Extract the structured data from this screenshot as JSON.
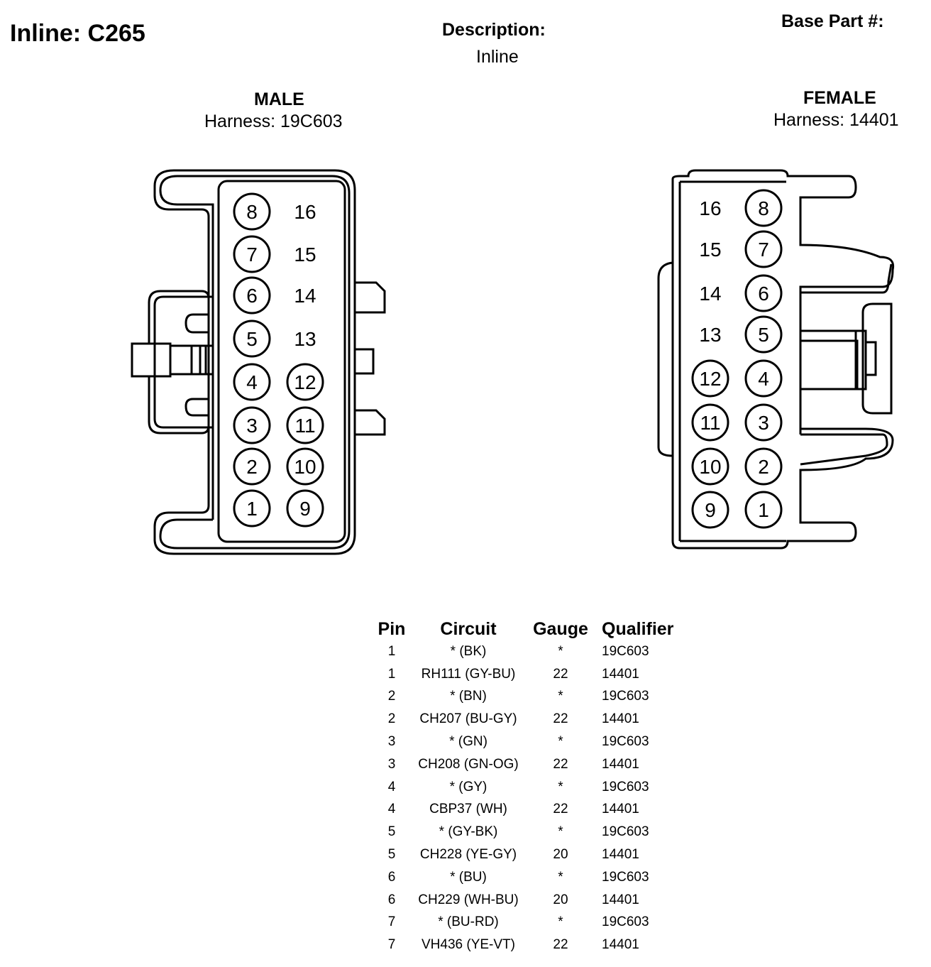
{
  "header": {
    "title": "Inline: C265",
    "description_label": "Description:",
    "description_value": "Inline",
    "base_part_label": "Base Part #:"
  },
  "male": {
    "label": "MALE",
    "harness": "Harness: 19C603",
    "left_column": [
      "8",
      "7",
      "6",
      "5",
      "4",
      "3",
      "2",
      "1"
    ],
    "right_column": [
      "16",
      "15",
      "14",
      "13",
      "12",
      "11",
      "10",
      "9"
    ]
  },
  "female": {
    "label": "FEMALE",
    "harness": "Harness: 14401",
    "left_column": [
      "16",
      "15",
      "14",
      "13",
      "12",
      "11",
      "10",
      "9"
    ],
    "right_column": [
      "8",
      "7",
      "6",
      "5",
      "4",
      "3",
      "2",
      "1"
    ]
  },
  "table": {
    "headers": [
      "Pin",
      "Circuit",
      "Gauge",
      "Qualifier"
    ],
    "rows": [
      [
        "1",
        "* (BK)",
        "*",
        "19C603"
      ],
      [
        "1",
        "RH111 (GY-BU)",
        "22",
        "14401"
      ],
      [
        "2",
        "* (BN)",
        "*",
        "19C603"
      ],
      [
        "2",
        "CH207 (BU-GY)",
        "22",
        "14401"
      ],
      [
        "3",
        "* (GN)",
        "*",
        "19C603"
      ],
      [
        "3",
        "CH208 (GN-OG)",
        "22",
        "14401"
      ],
      [
        "4",
        "* (GY)",
        "*",
        "19C603"
      ],
      [
        "4",
        "CBP37 (WH)",
        "22",
        "14401"
      ],
      [
        "5",
        "* (GY-BK)",
        "*",
        "19C603"
      ],
      [
        "5",
        "CH228 (YE-GY)",
        "20",
        "14401"
      ],
      [
        "6",
        "* (BU)",
        "*",
        "19C603"
      ],
      [
        "6",
        "CH229 (WH-BU)",
        "20",
        "14401"
      ],
      [
        "7",
        "* (BU-RD)",
        "*",
        "19C603"
      ],
      [
        "7",
        "VH436 (YE-VT)",
        "22",
        "14401"
      ]
    ]
  }
}
